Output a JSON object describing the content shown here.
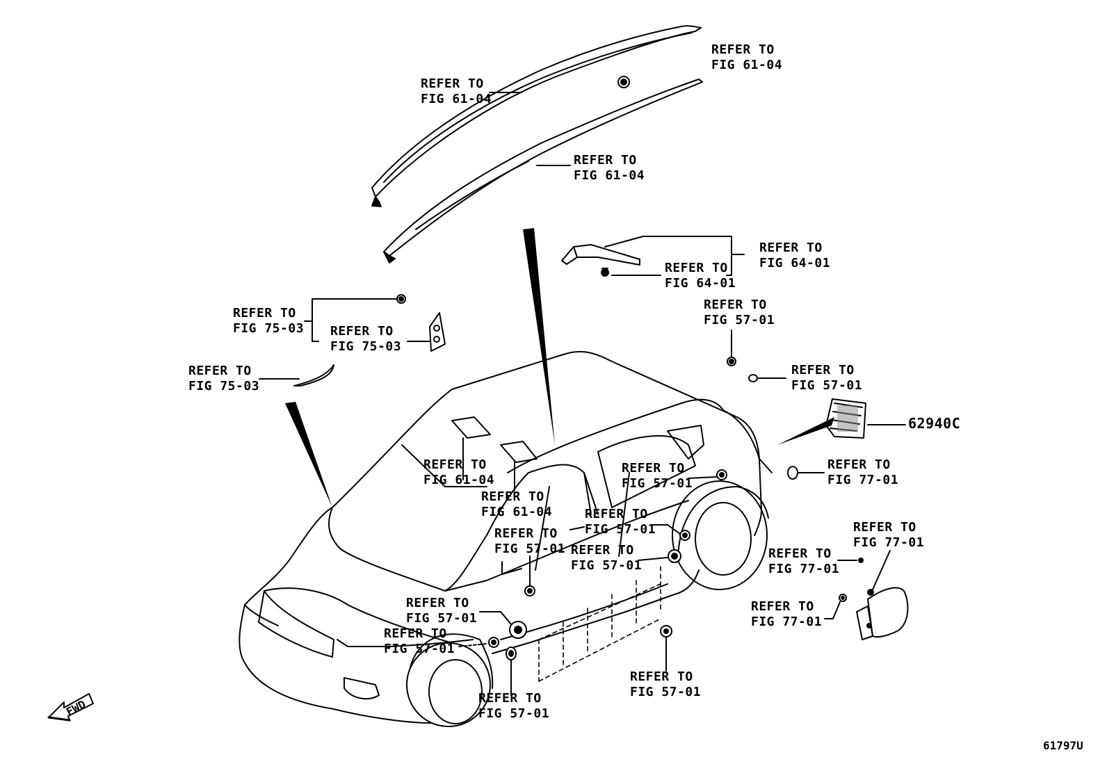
{
  "callouts": {
    "roof_rail_left": {
      "line1": "REFER TO",
      "line2": "FIG 61-04"
    },
    "roof_rail_clip": {
      "line1": "REFER TO",
      "line2": "FIG 61-04"
    },
    "roof_rail_right": {
      "line1": "REFER TO",
      "line2": "FIG 61-04"
    },
    "spoiler_group": {
      "line1": "REFER TO",
      "line2": "FIG 64-01"
    },
    "spoiler_clip": {
      "line1": "REFER TO",
      "line2": "FIG 64-01"
    },
    "rear_plug_upper": {
      "line1": "REFER TO",
      "line2": "FIG 57-01"
    },
    "rear_plug_lower": {
      "line1": "REFER TO",
      "line2": "FIG 57-01"
    },
    "pillar_group": {
      "line1": "REFER TO",
      "line2": "FIG 75-03"
    },
    "pillar_garnish": {
      "line1": "REFER TO",
      "line2": "FIG 75-03"
    },
    "mirror_garnish": {
      "line1": "REFER TO",
      "line2": "FIG 75-03"
    },
    "roof_tape_1": {
      "line1": "REFER TO",
      "line2": "FIG 61-04"
    },
    "roof_tape_2": {
      "line1": "REFER TO",
      "line2": "FIG 61-04"
    },
    "body_plug_1": {
      "line1": "REFER TO",
      "line2": "FIG 57-01"
    },
    "body_plug_2": {
      "line1": "REFER TO",
      "line2": "FIG 57-01"
    },
    "rocker_plug_1": {
      "line1": "REFER TO",
      "line2": "FIG 57-01"
    },
    "body_plug_3": {
      "line1": "REFER TO",
      "line2": "FIG 57-01"
    },
    "front_plug_1": {
      "line1": "REFER TO",
      "line2": "FIG 57-01"
    },
    "front_plug_2": {
      "line1": "REFER TO",
      "line2": "FIG 57-01"
    },
    "front_plug_3": {
      "line1": "REFER TO",
      "line2": "FIG 57-01"
    },
    "rocker_plug_2": {
      "line1": "REFER TO",
      "line2": "FIG 57-01"
    },
    "rear_bumper_plug": {
      "line1": "REFER TO",
      "line2": "FIG 77-01"
    },
    "fuel_lid": {
      "line1": "REFER TO",
      "line2": "FIG 77-01"
    },
    "fuel_lid_clip": {
      "line1": "REFER TO",
      "line2": "FIG 77-01"
    },
    "fuel_lid_spring": {
      "line1": "REFER TO",
      "line2": "FIG 77-01"
    }
  },
  "part_number": "62940C",
  "fwd_label": "FWD",
  "figure_id": "61797U"
}
